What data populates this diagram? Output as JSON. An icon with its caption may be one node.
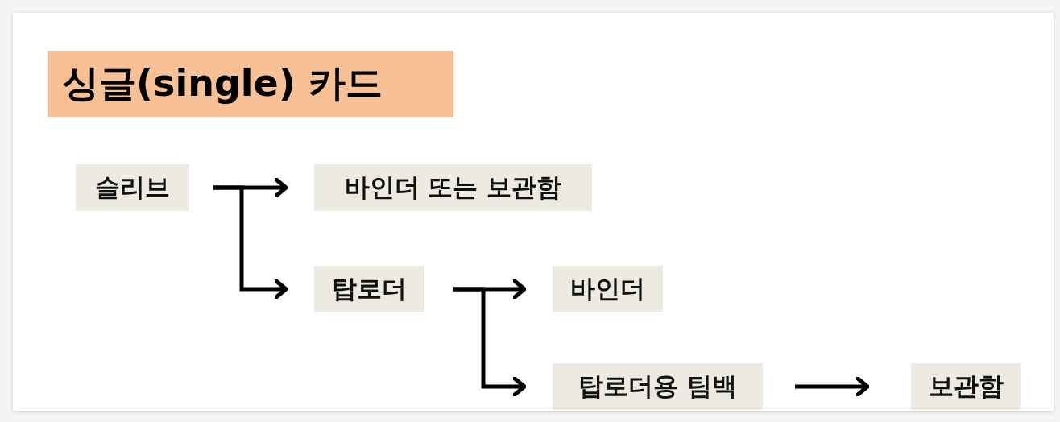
{
  "diagram": {
    "title": "싱글(single) 카드",
    "nodes": [
      {
        "text": [
          "슬리브"
        ]
      },
      {
        "text": [
          "바인더 또는 보관함"
        ]
      },
      {
        "text": [
          "탑로더"
        ]
      },
      {
        "text": [
          "바인더"
        ]
      },
      {
        "text": [
          "탑로더용 팀백"
        ]
      },
      {
        "text": [
          "보관함"
        ]
      }
    ],
    "edges": [
      {
        "from": 0,
        "to": 1,
        "arrow": "to"
      },
      {
        "from": 0,
        "to": 2,
        "arrow": "to"
      },
      {
        "from": 2,
        "to": 3,
        "arrow": "to"
      },
      {
        "from": 2,
        "to": 4,
        "arrow": "to"
      },
      {
        "from": 4,
        "to": 5,
        "arrow": "to"
      }
    ]
  }
}
